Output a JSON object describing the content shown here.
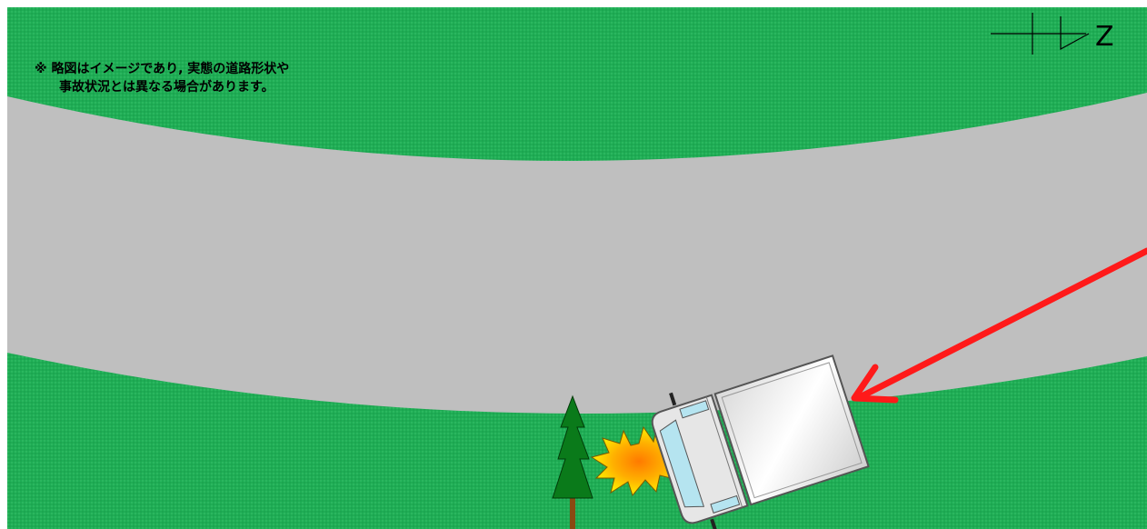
{
  "note": {
    "line1": "※ 略図はイメージであり, 実態の道路形状や",
    "line2": "事故状況とは異なる場合があります。"
  },
  "compass": {
    "label": "Z"
  },
  "colors": {
    "grass": "#1fad55",
    "road": "#bfbfbf",
    "arrow": "#ff1a1a",
    "truck_body": "#e8e8e8",
    "truck_glass": "#b5e4f0",
    "tree": "#0a7a1a",
    "trunk": "#8a4a12",
    "impact_outer": "#ffe600",
    "impact_inner": "#ff8a10"
  }
}
